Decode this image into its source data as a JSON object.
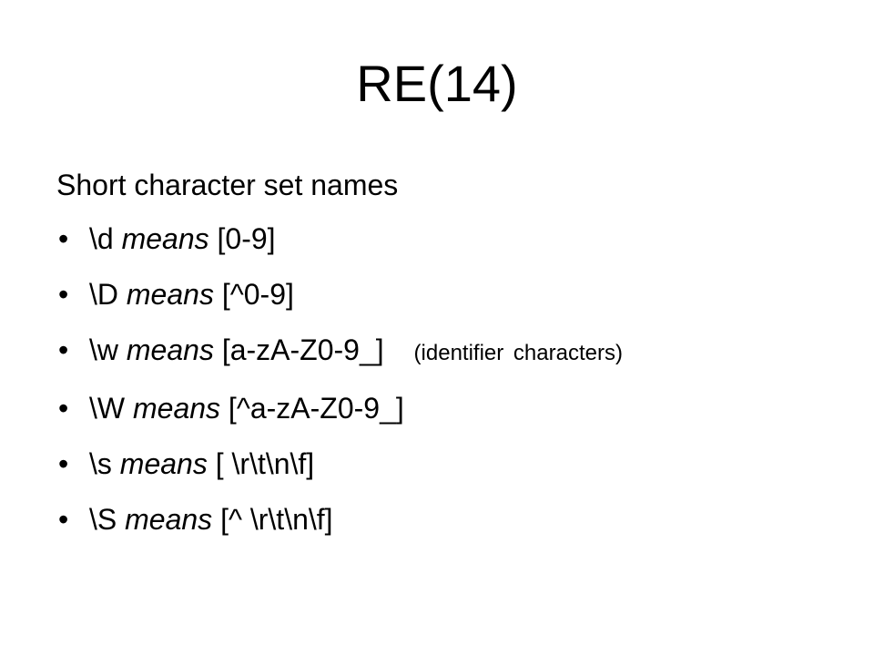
{
  "slide": {
    "title": "RE(14)",
    "subtitle": "Short character set names",
    "bullets": [
      {
        "escape": "\\d",
        "keyword": "means",
        "set": "[0-9]",
        "note": ""
      },
      {
        "escape": "\\D",
        "keyword": "means",
        "set": "[^0-9]",
        "note": ""
      },
      {
        "escape": "\\w",
        "keyword": "means",
        "set": "[a-zA-Z0-9_]",
        "note": "(identifier characters)"
      },
      {
        "escape": "\\W",
        "keyword": "means",
        "set": "[^a-zA-Z0-9_]",
        "note": ""
      },
      {
        "escape": "\\s",
        "keyword": "means",
        "set": "[ \\r\\t\\n\\f]",
        "note": ""
      },
      {
        "escape": "\\S",
        "keyword": "means",
        "set": "[^ \\r\\t\\n\\f]",
        "note": ""
      }
    ],
    "bullet_glyph": "•"
  }
}
